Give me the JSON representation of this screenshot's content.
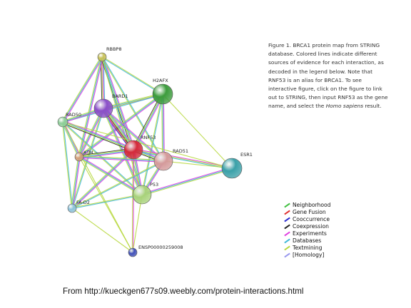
{
  "figure": {
    "caption_parts": [
      "Figure 1. BRCA1 protein map from STRING database. Colored lines indicate different sources of evidence for each interaction, as decoded in the legend below. Note that RNF53 is an alias for BRCA1. To see interactive figure, click on the figure to link out to STRING, then input RNF53 as the gene name, and select the ",
      "Homo sapiens",
      " result."
    ],
    "source": "From http://kueckgen677s09.weebly.com/protein-interactions.html"
  },
  "network": {
    "nodes": [
      {
        "id": "RBBP8",
        "label": "RBBP8",
        "color": "#c9c35a"
      },
      {
        "id": "H2AFX",
        "label": "H2AFX",
        "color": "#3c9c3c"
      },
      {
        "id": "BARD1",
        "label": "BARD1",
        "color": "#8a4ec8"
      },
      {
        "id": "RAD50",
        "label": "RAD50",
        "color": "#8fcf9a"
      },
      {
        "id": "RNF53",
        "label": "RNF53",
        "color": "#d42a3a"
      },
      {
        "id": "RAD51",
        "label": "RAD51",
        "color": "#d49a9a"
      },
      {
        "id": "ATM",
        "label": "ATM",
        "color": "#d3a07a"
      },
      {
        "id": "ESR1",
        "label": "ESR1",
        "color": "#3aa0a8"
      },
      {
        "id": "P53",
        "label": "P53",
        "color": "#a8d27a"
      },
      {
        "id": "FA-D2",
        "label": "FA-D2",
        "color": "#8ec4dc"
      },
      {
        "id": "ENSP",
        "label": "ENSP00000259008",
        "color": "#4050b8"
      }
    ],
    "edges": [
      {
        "a": "RBBP8",
        "b": "BARD1",
        "kinds": [
          "databases",
          "experiments",
          "textmining",
          "coexpression"
        ]
      },
      {
        "a": "RBBP8",
        "b": "H2AFX",
        "kinds": [
          "textmining",
          "databases"
        ]
      },
      {
        "a": "RBBP8",
        "b": "RAD50",
        "kinds": [
          "experiments",
          "databases",
          "textmining"
        ]
      },
      {
        "a": "RBBP8",
        "b": "RNF53",
        "kinds": [
          "experiments",
          "databases",
          "textmining",
          "coexpression"
        ]
      },
      {
        "a": "RBBP8",
        "b": "ATM",
        "kinds": [
          "experiments",
          "databases",
          "textmining"
        ]
      },
      {
        "a": "RBBP8",
        "b": "P53",
        "kinds": [
          "databases",
          "textmining"
        ]
      },
      {
        "a": "RBBP8",
        "b": "RAD51",
        "kinds": [
          "databases",
          "textmining"
        ]
      },
      {
        "a": "H2AFX",
        "b": "BARD1",
        "kinds": [
          "experiments",
          "databases",
          "textmining"
        ]
      },
      {
        "a": "H2AFX",
        "b": "RNF53",
        "kinds": [
          "experiments",
          "databases",
          "textmining",
          "coexpression"
        ]
      },
      {
        "a": "H2AFX",
        "b": "RAD51",
        "kinds": [
          "experiments",
          "databases",
          "textmining"
        ]
      },
      {
        "a": "H2AFX",
        "b": "ATM",
        "kinds": [
          "experiments",
          "databases",
          "textmining"
        ]
      },
      {
        "a": "H2AFX",
        "b": "RAD50",
        "kinds": [
          "databases",
          "textmining"
        ]
      },
      {
        "a": "H2AFX",
        "b": "P53",
        "kinds": [
          "databases",
          "textmining"
        ]
      },
      {
        "a": "H2AFX",
        "b": "ESR1",
        "kinds": [
          "textmining"
        ]
      },
      {
        "a": "BARD1",
        "b": "RNF53",
        "kinds": [
          "experiments",
          "databases",
          "textmining",
          "coexpression",
          "gene_fusion",
          "cooccurrence"
        ]
      },
      {
        "a": "BARD1",
        "b": "RAD50",
        "kinds": [
          "experiments",
          "databases",
          "textmining"
        ]
      },
      {
        "a": "BARD1",
        "b": "ATM",
        "kinds": [
          "experiments",
          "databases",
          "textmining"
        ]
      },
      {
        "a": "BARD1",
        "b": "RAD51",
        "kinds": [
          "experiments",
          "databases",
          "textmining"
        ]
      },
      {
        "a": "BARD1",
        "b": "P53",
        "kinds": [
          "experiments",
          "databases",
          "textmining"
        ]
      },
      {
        "a": "BARD1",
        "b": "FA-D2",
        "kinds": [
          "databases",
          "textmining"
        ]
      },
      {
        "a": "RAD50",
        "b": "RNF53",
        "kinds": [
          "experiments",
          "databases",
          "textmining",
          "coexpression"
        ]
      },
      {
        "a": "RAD50",
        "b": "ATM",
        "kinds": [
          "experiments",
          "databases",
          "textmining"
        ]
      },
      {
        "a": "RAD50",
        "b": "FA-D2",
        "kinds": [
          "databases",
          "textmining"
        ]
      },
      {
        "a": "RAD50",
        "b": "P53",
        "kinds": [
          "databases",
          "textmining"
        ]
      },
      {
        "a": "RAD50",
        "b": "ENSP",
        "kinds": [
          "textmining"
        ]
      },
      {
        "a": "RNF53",
        "b": "RAD51",
        "kinds": [
          "experiments",
          "databases",
          "textmining",
          "coexpression"
        ]
      },
      {
        "a": "RNF53",
        "b": "ATM",
        "kinds": [
          "experiments",
          "databases",
          "textmining",
          "coexpression"
        ]
      },
      {
        "a": "RNF53",
        "b": "P53",
        "kinds": [
          "experiments",
          "databases",
          "textmining"
        ]
      },
      {
        "a": "RNF53",
        "b": "ESR1",
        "kinds": [
          "experiments",
          "textmining",
          "databases"
        ]
      },
      {
        "a": "RNF53",
        "b": "FA-D2",
        "kinds": [
          "experiments",
          "databases",
          "textmining"
        ]
      },
      {
        "a": "RNF53",
        "b": "ENSP",
        "kinds": [
          "experiments",
          "textmining"
        ]
      },
      {
        "a": "RAD51",
        "b": "ATM",
        "kinds": [
          "experiments",
          "databases",
          "textmining"
        ]
      },
      {
        "a": "RAD51",
        "b": "P53",
        "kinds": [
          "experiments",
          "databases",
          "textmining"
        ]
      },
      {
        "a": "RAD51",
        "b": "ESR1",
        "kinds": [
          "textmining"
        ]
      },
      {
        "a": "RAD51",
        "b": "FA-D2",
        "kinds": [
          "databases",
          "textmining"
        ]
      },
      {
        "a": "ATM",
        "b": "P53",
        "kinds": [
          "experiments",
          "databases",
          "textmining"
        ]
      },
      {
        "a": "ATM",
        "b": "FA-D2",
        "kinds": [
          "experiments",
          "databases",
          "textmining"
        ]
      },
      {
        "a": "ATM",
        "b": "ENSP",
        "kinds": [
          "textmining"
        ]
      },
      {
        "a": "P53",
        "b": "ESR1",
        "kinds": [
          "experiments",
          "databases",
          "textmining"
        ]
      },
      {
        "a": "P53",
        "b": "FA-D2",
        "kinds": [
          "databases",
          "textmining"
        ]
      },
      {
        "a": "P53",
        "b": "ENSP",
        "kinds": [
          "textmining"
        ]
      },
      {
        "a": "FA-D2",
        "b": "ENSP",
        "kinds": [
          "textmining"
        ]
      },
      {
        "a": "RAD50",
        "b": "ESR1",
        "kinds": [
          "textmining"
        ]
      }
    ]
  },
  "legend": [
    {
      "key": "neighborhood",
      "label": "Neighborhood",
      "color": "#3fbf3f"
    },
    {
      "key": "gene_fusion",
      "label": "Gene Fusion",
      "color": "#e03030"
    },
    {
      "key": "cooccurrence",
      "label": "Cooccurrence",
      "color": "#2a2ad0"
    },
    {
      "key": "coexpression",
      "label": "Coexpression",
      "color": "#222222"
    },
    {
      "key": "experiments",
      "label": "Experiments",
      "color": "#e040e0"
    },
    {
      "key": "databases",
      "label": "Databases",
      "color": "#40b8d8"
    },
    {
      "key": "textmining",
      "label": "Textmining",
      "color": "#b8d840"
    },
    {
      "key": "homology",
      "label": "[Homology]",
      "color": "#9898ee"
    }
  ]
}
